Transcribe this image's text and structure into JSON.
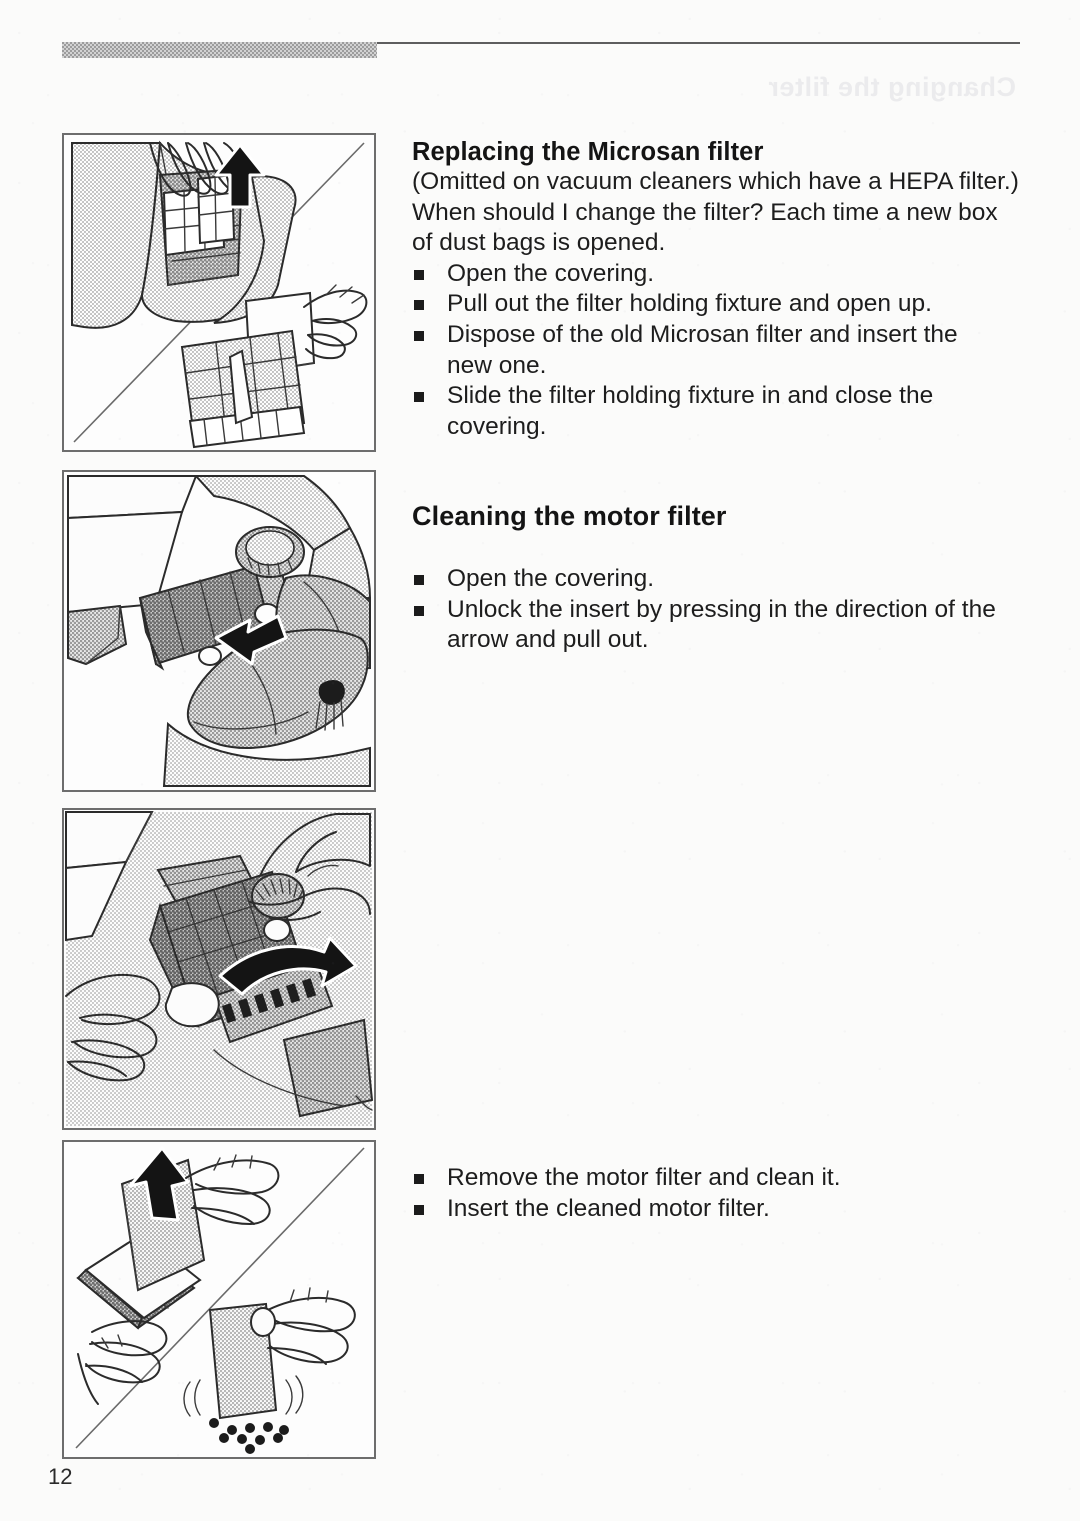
{
  "document": {
    "page_number": "12",
    "ghost_text": "Changing the filter"
  },
  "header": {
    "rule_color": "#5e5e5e",
    "bar_color": "#9c9c9c"
  },
  "sections": [
    {
      "heading": "Replacing the Microsan filter",
      "intro_lines": [
        "(Omitted on vacuum cleaners which have a HEPA filter.)",
        "When should I change the filter? Each time a new box",
        "of dust bags is opened."
      ],
      "steps": [
        {
          "line1": "Open the covering.",
          "line2": ""
        },
        {
          "line1": "Pull out the filter holding fixture and open up.",
          "line2": ""
        },
        {
          "line1": "Dispose of the old Microsan filter and insert the",
          "line2": "new one."
        },
        {
          "line1": "Slide the filter holding fixture in and close the",
          "line2": "covering."
        }
      ]
    },
    {
      "heading": "Cleaning the motor filter",
      "intro_lines": [],
      "steps": [
        {
          "line1": "Open the covering.",
          "line2": ""
        },
        {
          "line1": "Unlock the insert by pressing in the direction of the",
          "line2": "arrow and pull out."
        }
      ]
    },
    {
      "heading": "",
      "intro_lines": [],
      "steps": [
        {
          "line1": "Remove the motor filter and clean it.",
          "line2": ""
        },
        {
          "line1": "Insert the cleaned motor filter.",
          "line2": ""
        }
      ]
    }
  ],
  "illustrations": [
    {
      "id": "panel-microsan-filter-removal",
      "caption": "Hand lifting the filter holding fixture upward out of the vacuum cleaner; second view shows inserting a new Microsan filter pad into the grid fixture",
      "arrows": [
        "up-arrow"
      ],
      "has_diagonal_divider": true
    },
    {
      "id": "panel-unlock-insert",
      "caption": "Hand pressing the motor filter insert in the direction of the arrow to unlock it",
      "arrows": [
        "left-arrow"
      ],
      "has_diagonal_divider": false
    },
    {
      "id": "panel-pull-out-insert",
      "caption": "Both hands pulling the unlocked insert out of the vacuum cleaner housing",
      "arrows": [
        "curved-right-arrow"
      ],
      "has_diagonal_divider": false
    },
    {
      "id": "panel-remove-and-clean-motor-filter",
      "caption": "Motor filter being lifted out of the insert; second view shows shaking the filter clean with dust falling off",
      "arrows": [
        "up-arrow"
      ],
      "has_diagonal_divider": true
    }
  ]
}
